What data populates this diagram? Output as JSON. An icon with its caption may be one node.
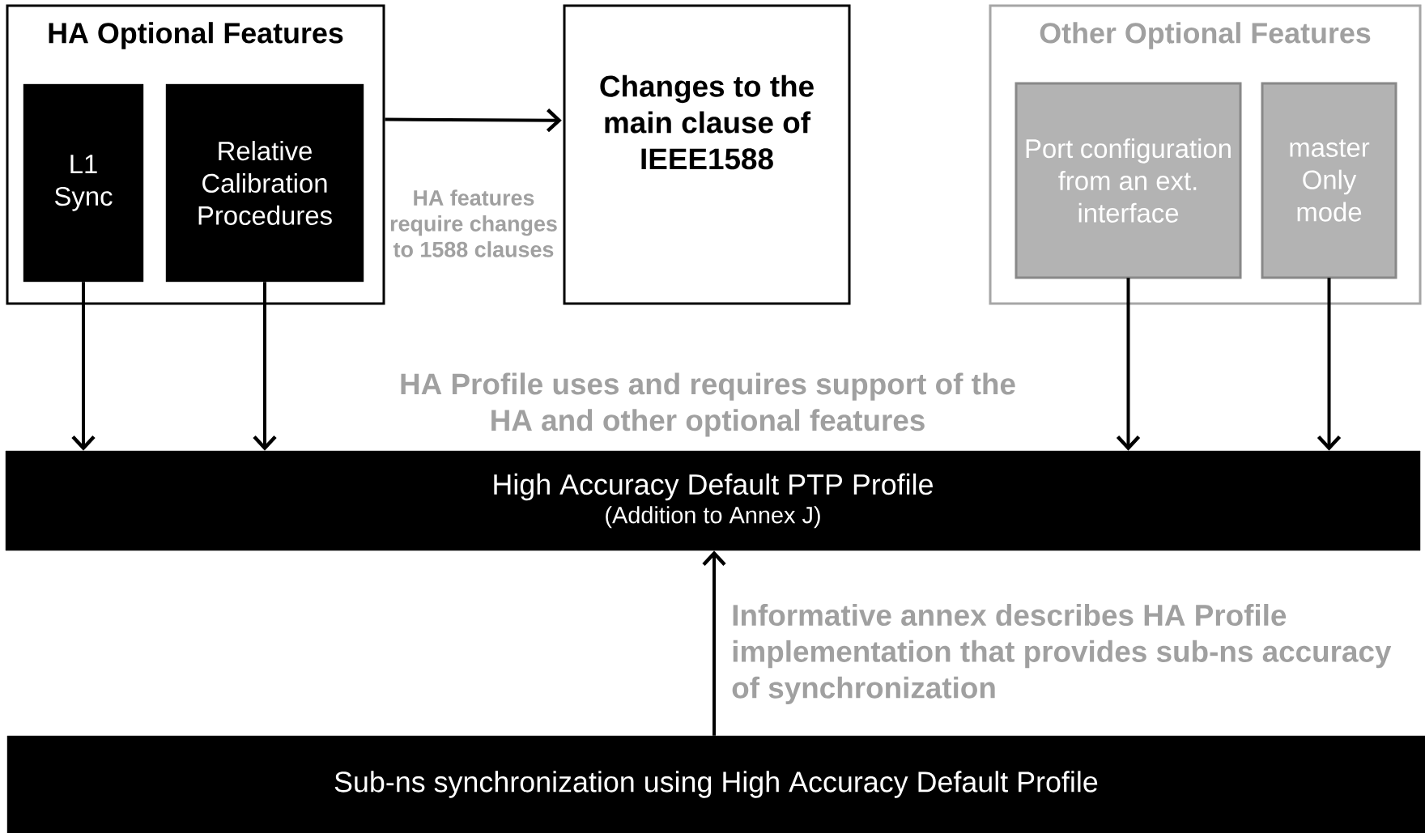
{
  "diagram": {
    "nodes": [
      {
        "text": [
          "HA Optional Features"
        ]
      },
      {
        "text": [
          "L1 Sync"
        ],
        "in": 0
      },
      {
        "text": [
          "Relative Calibration Procedures"
        ],
        "in": 0
      },
      {
        "text": [
          "Changes to the main clause of IEEE1588"
        ]
      },
      {
        "text": [
          "Other Optional Features"
        ]
      },
      {
        "text": [
          "Port configuration from an ext. interface"
        ],
        "in": 4
      },
      {
        "text": [
          "master Only mode"
        ],
        "in": 4
      },
      {
        "text": [
          "High Accuracy Default PTP Profile",
          "(Addition to Annex J)"
        ]
      },
      {
        "text": [
          "Sub-ns synchronization using High Accuracy Default Profile"
        ]
      }
    ],
    "edges": [
      {
        "from": 0,
        "to": 3,
        "arrow": "to"
      },
      {
        "from": 1,
        "to": 7,
        "arrow": "to"
      },
      {
        "from": 2,
        "to": 7,
        "arrow": "to"
      },
      {
        "from": 5,
        "to": 7,
        "arrow": "to"
      },
      {
        "from": 6,
        "to": 7,
        "arrow": "to"
      },
      {
        "from": 8,
        "to": 7,
        "arrow": "to"
      }
    ],
    "labels": [
      "HA features require changes to 1588 clauses",
      "HA Profile uses and requires  support of the HA and other optional features",
      "Informative annex describes HA Profile implementation that provides sub-ns accuracy of synchronization"
    ]
  }
}
